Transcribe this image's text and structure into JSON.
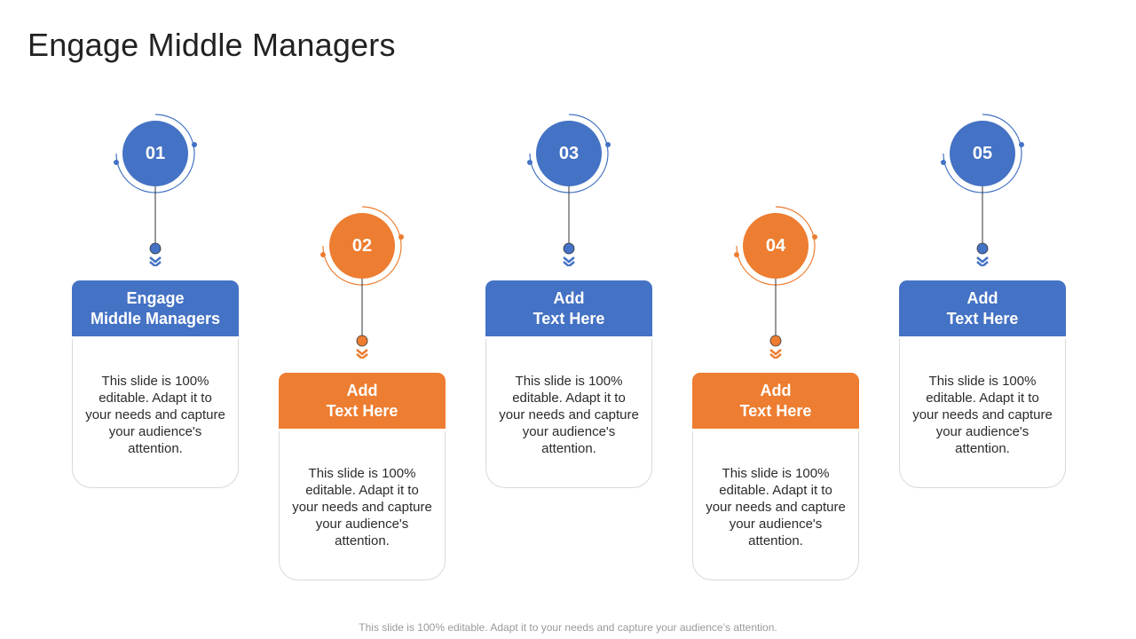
{
  "slide": {
    "title": "Engage Middle Managers",
    "footer": "This slide is 100% editable. Adapt it to your needs and capture your audience’s attention."
  },
  "colors": {
    "blue": "#4472c4",
    "orange": "#ed7d31",
    "border": "#d9d9d9"
  },
  "steps": [
    {
      "number": "01",
      "color": "blue",
      "heading_line1": "Engage",
      "heading_line2": "Middle Managers",
      "body": "This slide is 100% editable. Adapt it to your needs and capture your audience's attention."
    },
    {
      "number": "02",
      "color": "orange",
      "heading_line1": "Add",
      "heading_line2": "Text Here",
      "body": "This slide is 100% editable. Adapt it to your needs and capture your audience's attention."
    },
    {
      "number": "03",
      "color": "blue",
      "heading_line1": "Add",
      "heading_line2": "Text Here",
      "body": "This slide is 100% editable. Adapt it to your needs and capture your audience's attention."
    },
    {
      "number": "04",
      "color": "orange",
      "heading_line1": "Add",
      "heading_line2": "Text Here",
      "body": "This slide is 100% editable. Adapt it to your needs and capture your audience's attention."
    },
    {
      "number": "05",
      "color": "blue",
      "heading_line1": "Add",
      "heading_line2": "Text Here",
      "body": "This slide is 100% editable. Adapt it to your needs and capture your audience's attention."
    }
  ]
}
